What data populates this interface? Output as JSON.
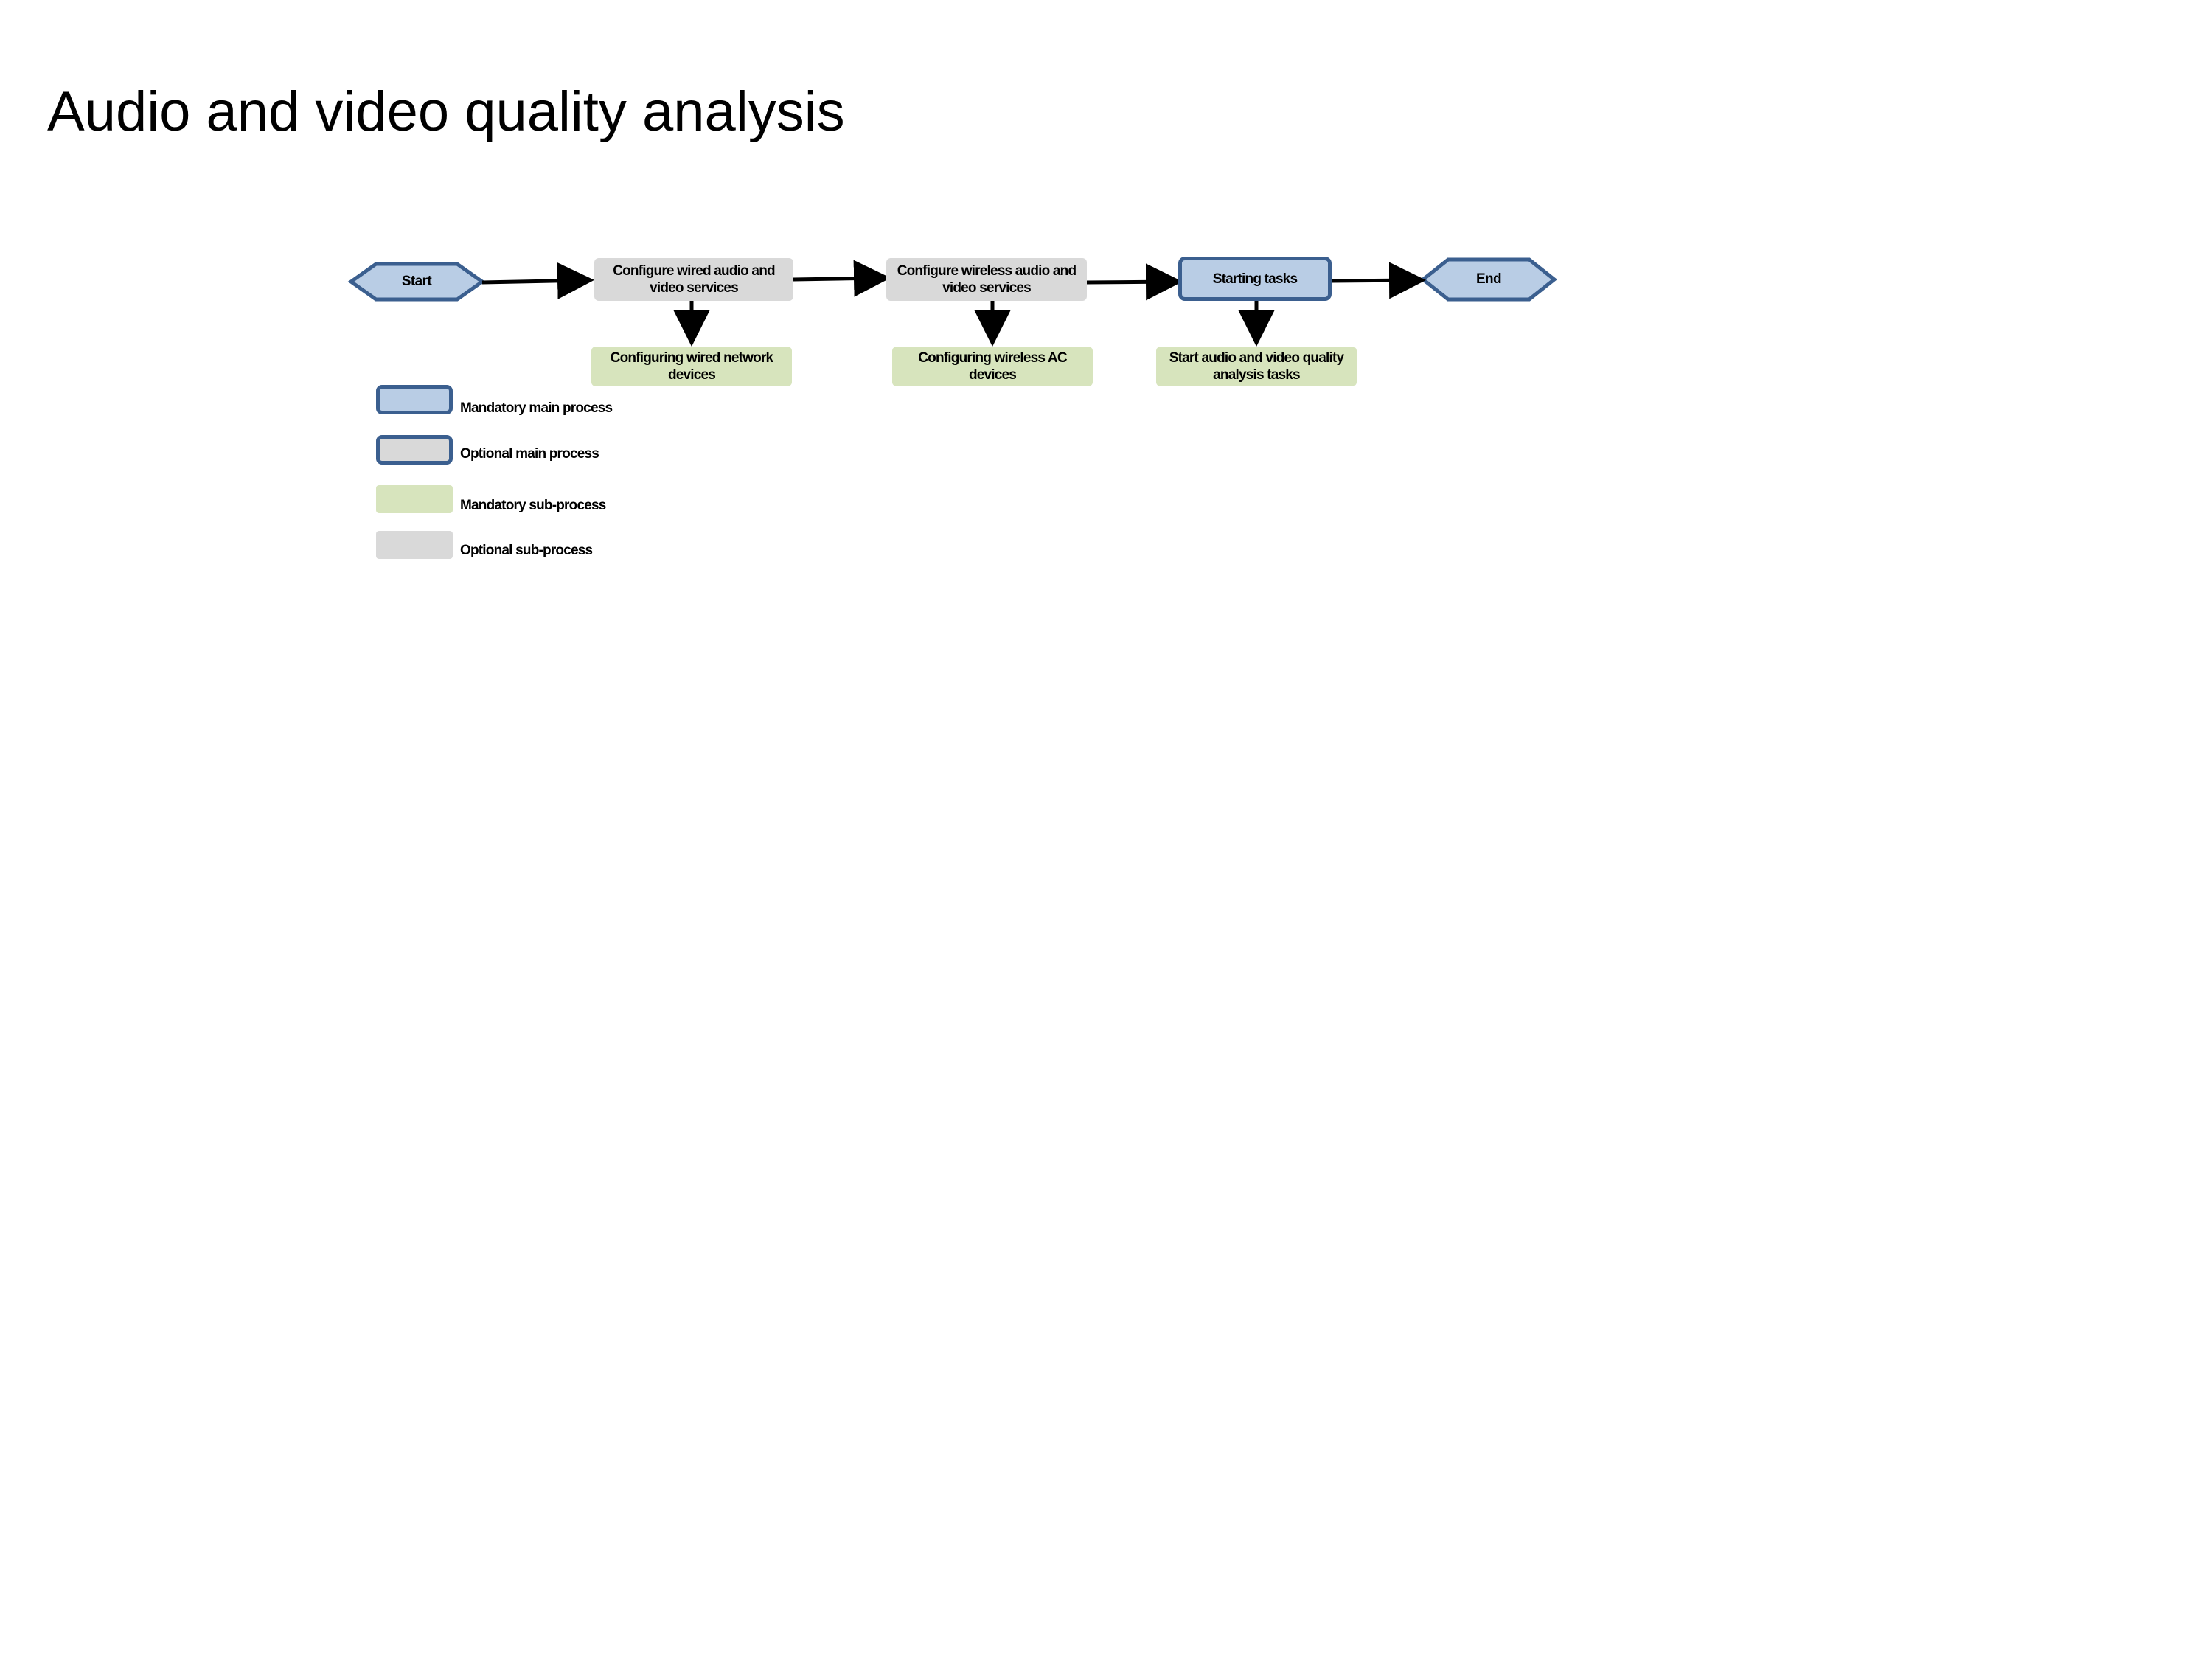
{
  "title": "Audio and video quality analysis",
  "colors": {
    "mandatory_main_fill": "#b9cde5",
    "mandatory_main_border": "#3b5f8f",
    "optional_fill": "#d9d9d9",
    "mandatory_sub_fill": "#d7e4bd",
    "arrow": "#000000"
  },
  "flow": {
    "start": "Start",
    "end": "End",
    "main_steps": [
      {
        "label": "Configure wired audio and video services",
        "kind": "optional-main"
      },
      {
        "label": "Configure wireless audio and video services",
        "kind": "optional-main"
      },
      {
        "label": "Starting tasks",
        "kind": "mandatory-main"
      }
    ],
    "sub_steps": [
      {
        "label": "Configuring wired network devices",
        "kind": "mandatory-sub"
      },
      {
        "label": "Configuring wireless AC devices",
        "kind": "mandatory-sub"
      },
      {
        "label": "Start audio and video quality analysis tasks",
        "kind": "mandatory-sub"
      }
    ]
  },
  "legend": [
    {
      "label": "Mandatory main process",
      "kind": "mandatory-main"
    },
    {
      "label": "Optional main process",
      "kind": "optional-main-bordered"
    },
    {
      "label": "Mandatory sub-process",
      "kind": "mandatory-sub"
    },
    {
      "label": "Optional sub-process",
      "kind": "optional-sub"
    }
  ]
}
